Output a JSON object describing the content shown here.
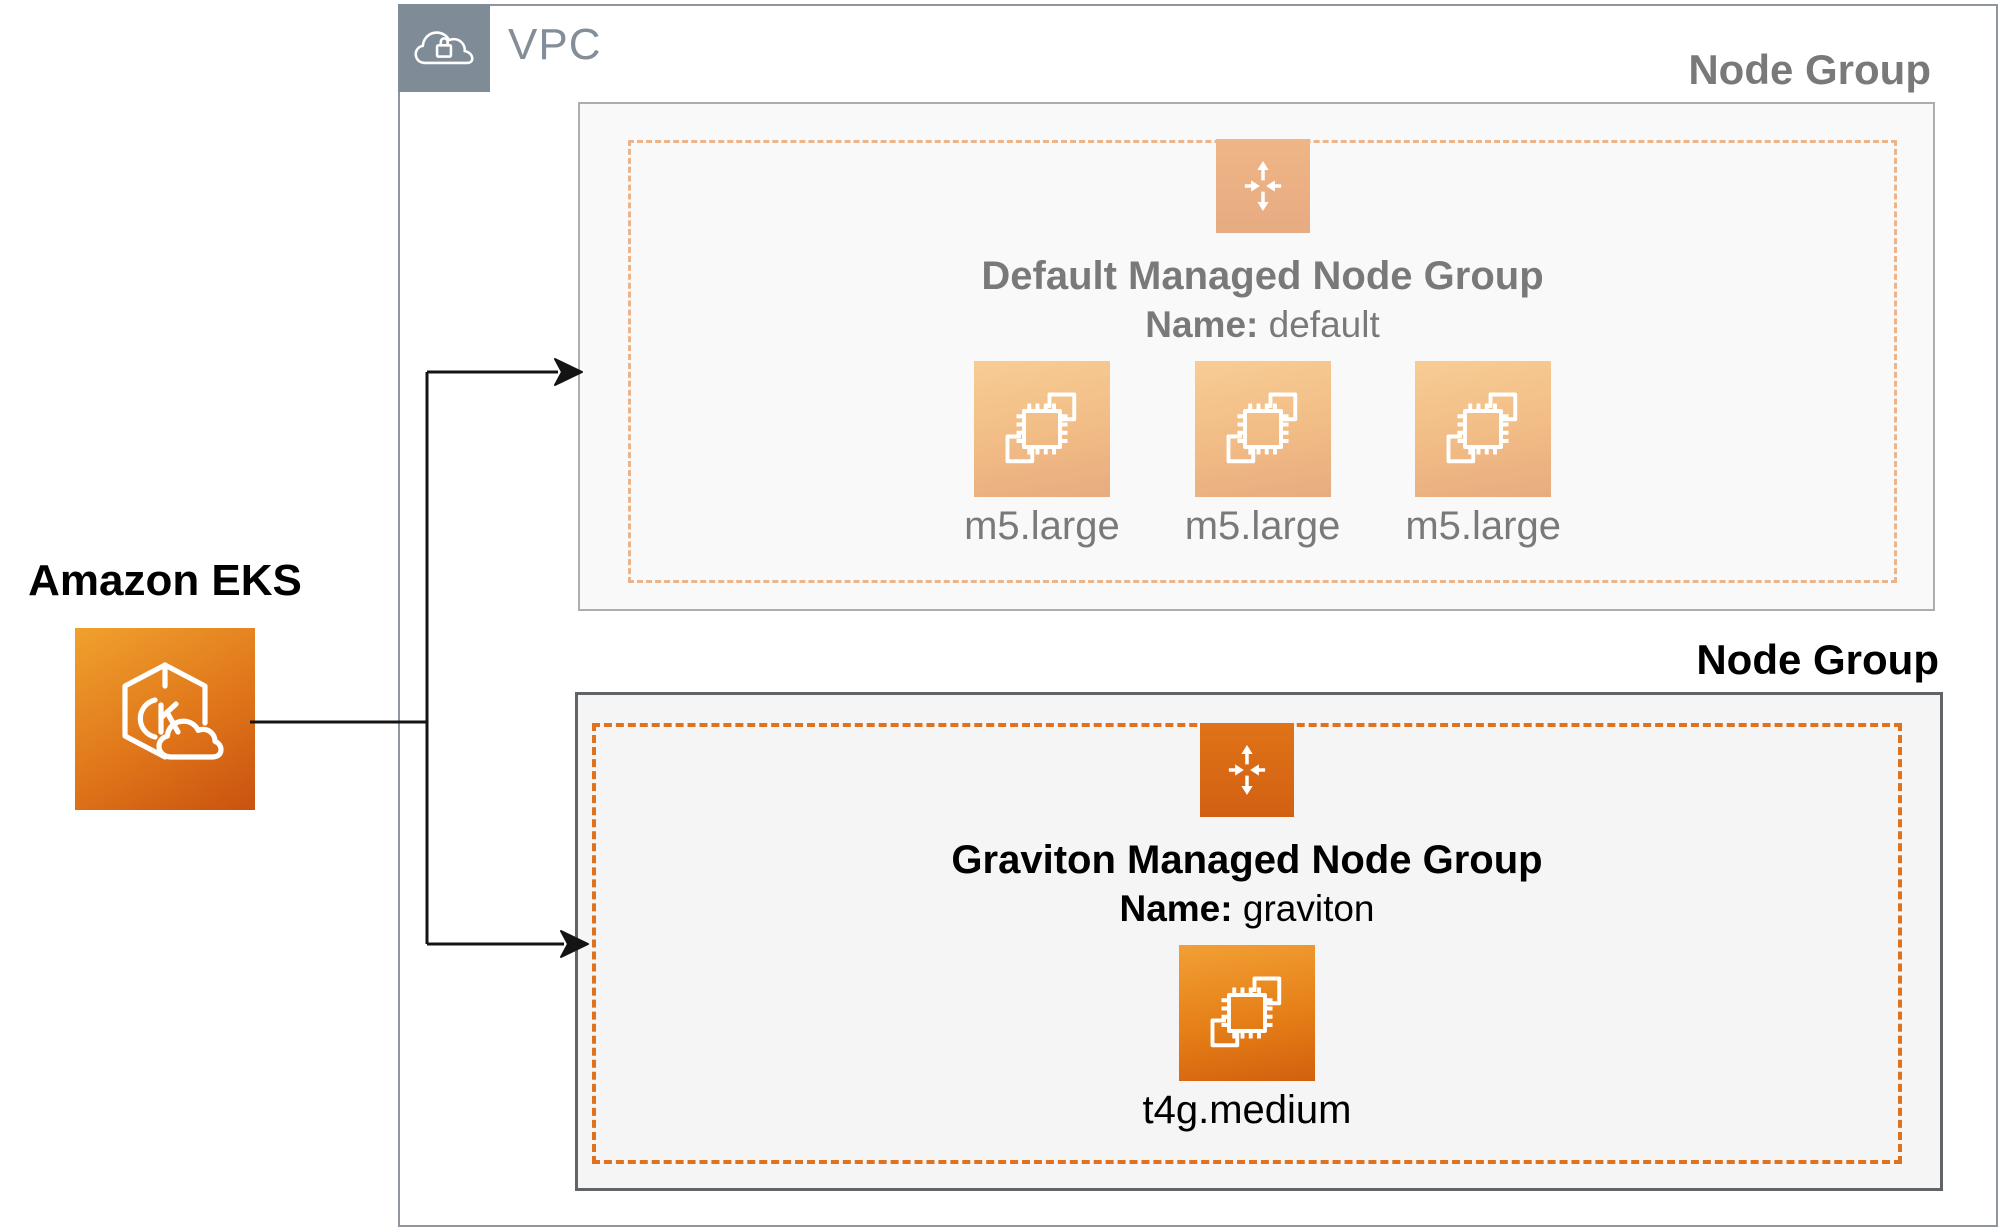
{
  "diagram": {
    "eks": {
      "label": "Amazon EKS",
      "icon": "eks-kubernetes-icon"
    },
    "vpc": {
      "label": "VPC",
      "icon": "cloud-lock-icon"
    },
    "node_groups": [
      {
        "group_label": "Node Group",
        "title": "Default Managed Node Group",
        "name_label": "Name:",
        "name_value": "default",
        "scaling_icon": "auto-scaling-icon",
        "instances": [
          "m5.large",
          "m5.large",
          "m5.large"
        ],
        "state": "faded"
      },
      {
        "group_label": "Node Group",
        "title": "Graviton Managed Node Group",
        "name_label": "Name:",
        "name_value": "graviton",
        "scaling_icon": "auto-scaling-icon",
        "instances": [
          "t4g.medium"
        ],
        "state": "active"
      }
    ],
    "colors": {
      "aws_orange": "#e0711f",
      "aws_orange_gradient_top": "#f1a035",
      "aws_orange_gradient_bottom": "#d2600e",
      "vpc_gray": "#7f8b97",
      "vpc_border": "#8f969e",
      "group_border": "#5f6468",
      "group_fill": "#f5f5f5",
      "connector_black": "#141414",
      "faded_opacity": "0.52"
    }
  }
}
